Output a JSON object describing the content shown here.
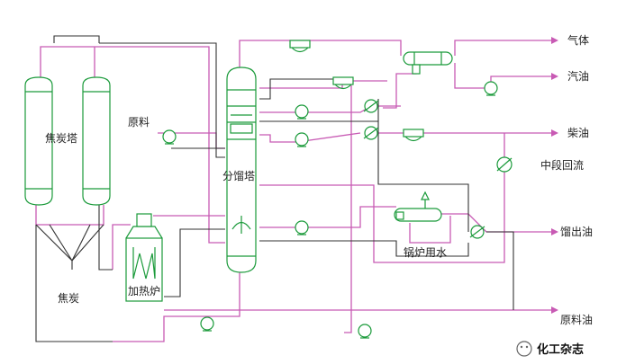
{
  "labels": {
    "gas": "气体",
    "gasoline": "汽油",
    "diesel": "柴油",
    "mid_reflux": "中段回流",
    "distillate": "馏出油",
    "feed_oil": "原料油",
    "feed": "原料",
    "coke_tower": "焦炭塔",
    "fractionator": "分馏塔",
    "coke": "焦炭",
    "heating_furnace": "加热炉",
    "boiler_water": "锅炉用水",
    "watermark": "化工杂志"
  },
  "colors": {
    "equipment": "#1a9a3a",
    "pipe": "#c85ab4",
    "process_line": "#333333"
  }
}
